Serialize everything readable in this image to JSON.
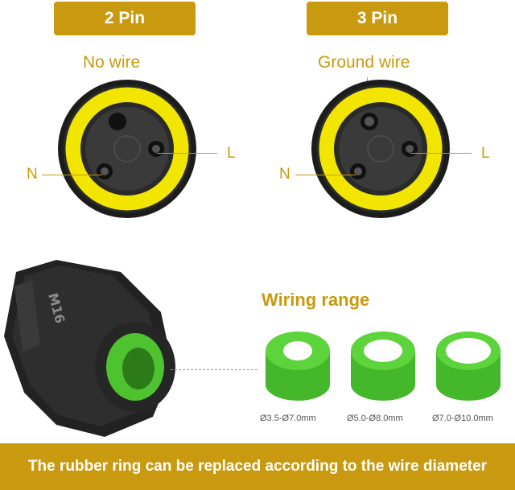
{
  "tabs": {
    "two_pin": "2 Pin",
    "three_pin": "3 Pin"
  },
  "connectors": {
    "left": {
      "top_label": "No wire",
      "left_pin": "N",
      "right_pin": "L"
    },
    "right": {
      "top_label": "Ground wire",
      "left_pin": "N",
      "right_pin": "L"
    }
  },
  "wiring_range": {
    "title": "Wiring range",
    "rings": [
      "Ø3.5-Ø7.0mm",
      "Ø5.0-Ø8.0mm",
      "Ø7.0-Ø10.0mm"
    ]
  },
  "gland_marking": "M16",
  "footer": "The rubber ring can be replaced according to the wire diameter",
  "colors": {
    "accent": "#c99a0f",
    "yellow": "#f2e600",
    "ring_green": "#5ed43c",
    "body_black": "#1c1c1c"
  }
}
